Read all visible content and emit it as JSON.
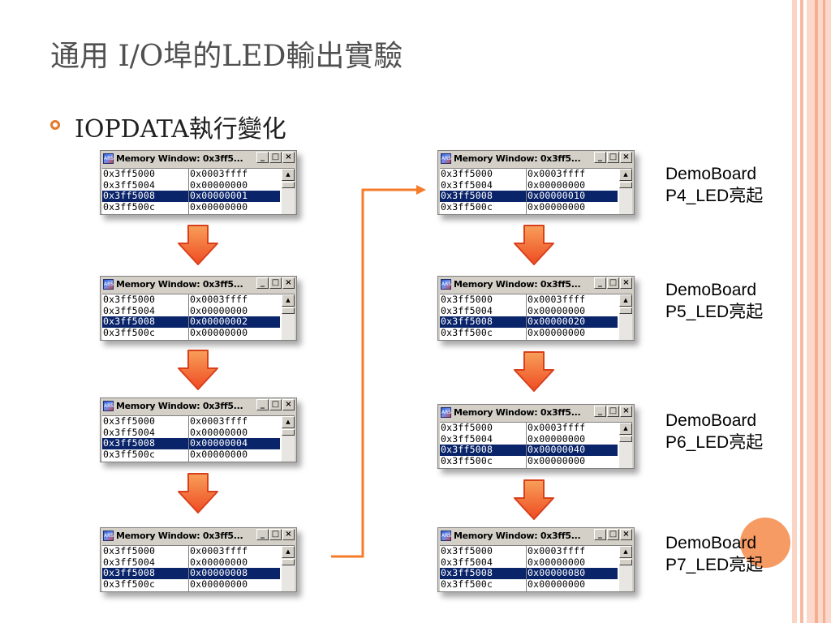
{
  "slide": {
    "title": "通用 I/O埠的LED輸出實驗",
    "bullet": "IOPDATA執行變化"
  },
  "window_title": "Memory Window: 0x3ff5...",
  "window_buttons": {
    "minimize": "_",
    "maximize": "□",
    "close": "×"
  },
  "addresses": [
    "0x3ff5000",
    "0x3ff5004",
    "0x3ff5008",
    "0x3ff500c"
  ],
  "windows": [
    {
      "values": [
        "0x0003ffff",
        "0x00000000",
        "0x00000001",
        "0x00000000"
      ]
    },
    {
      "values": [
        "0x0003ffff",
        "0x00000000",
        "0x00000002",
        "0x00000000"
      ]
    },
    {
      "values": [
        "0x0003ffff",
        "0x00000000",
        "0x00000004",
        "0x00000000"
      ]
    },
    {
      "values": [
        "0x0003ffff",
        "0x00000000",
        "0x00000008",
        "0x00000000"
      ]
    },
    {
      "values": [
        "0x0003ffff",
        "0x00000000",
        "0x00000010",
        "0x00000000"
      ]
    },
    {
      "values": [
        "0x0003ffff",
        "0x00000000",
        "0x00000020",
        "0x00000000"
      ]
    },
    {
      "values": [
        "0x0003ffff",
        "0x00000000",
        "0x00000040",
        "0x00000000"
      ]
    },
    {
      "values": [
        "0x0003ffff",
        "0x00000000",
        "0x00000080",
        "0x00000000"
      ]
    }
  ],
  "captions": [
    {
      "line1": "DemoBoard",
      "line2": "P4_LED亮起"
    },
    {
      "line1": "DemoBoard",
      "line2": "P5_LED亮起"
    },
    {
      "line1": "DemoBoard",
      "line2": "P6_LED亮起"
    },
    {
      "line1": "DemoBoard",
      "line2": "P7_LED亮起"
    }
  ],
  "colors": {
    "accent": "#e57a2b",
    "arrow": "#f05a28",
    "selection": "#0a246a"
  },
  "icons": {
    "arrow": "down-arrow-icon",
    "bullet": "circle-bullet-icon"
  }
}
